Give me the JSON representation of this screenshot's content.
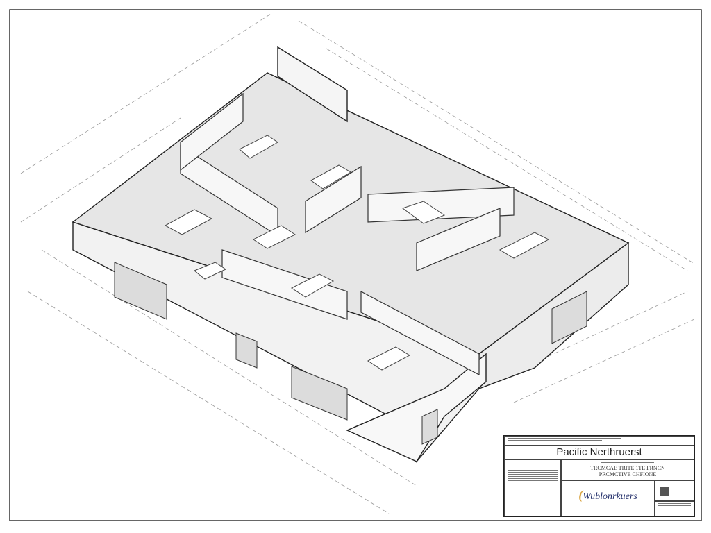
{
  "title_block": {
    "company": "Pacific Nerthruerst",
    "project_line_1": "TRCMCAE  TRITE 1TE FRNCN",
    "project_line_2": "PRCMCTIVE CHFIONE",
    "logo_text": "Wublonrkuers",
    "colors": {
      "logo_blue": "#24306b",
      "logo_gold": "#d9a441"
    }
  }
}
